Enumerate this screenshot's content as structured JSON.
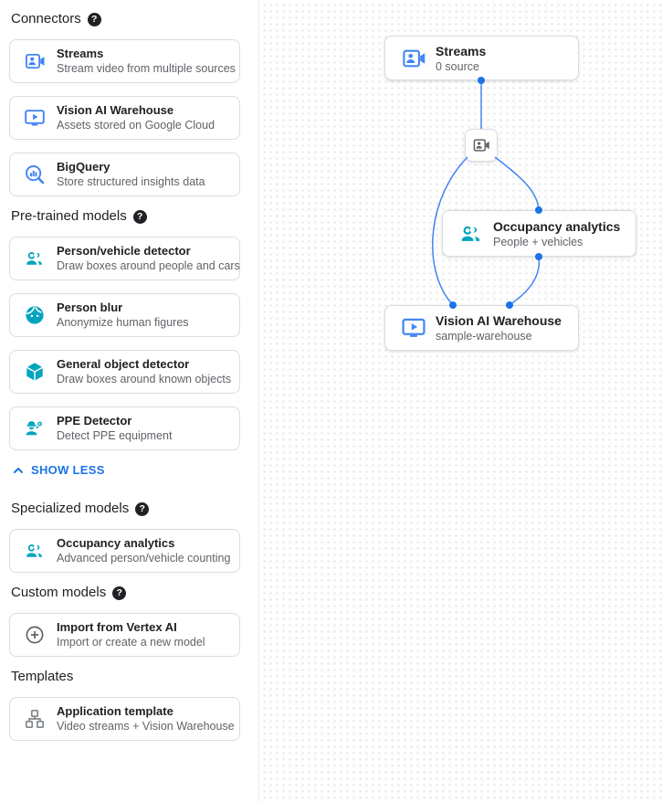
{
  "icons": {
    "help_glyph": "?"
  },
  "colors": {
    "connector_icon_blue": "#4285f4",
    "model_icon_teal": "#00a4bd",
    "edge_blue": "#4285f4",
    "connection_dot_blue": "#1a73e8",
    "show_less_blue": "#1a73e8"
  },
  "sidebar": {
    "sections": {
      "connectors": {
        "title": "Connectors",
        "items": [
          {
            "icon": "video-camera-front",
            "title": "Streams",
            "subtitle": "Stream video from multiple sources"
          },
          {
            "icon": "smart-display",
            "title": "Vision AI Warehouse",
            "subtitle": "Assets stored on Google Cloud"
          },
          {
            "icon": "bigquery-search",
            "title": "BigQuery",
            "subtitle": "Store structured insights data"
          }
        ]
      },
      "pretrained": {
        "title": "Pre-trained models",
        "items": [
          {
            "icon": "people-group",
            "title": "Person/vehicle detector",
            "subtitle": "Draw boxes around people and cars"
          },
          {
            "icon": "face",
            "title": "Person blur",
            "subtitle": "Anonymize human figures"
          },
          {
            "icon": "cube",
            "title": "General object detector",
            "subtitle": "Draw boxes around known objects"
          },
          {
            "icon": "ppe-worker",
            "title": "PPE Detector",
            "subtitle": "Detect PPE equipment"
          }
        ]
      },
      "specialized": {
        "title": "Specialized models",
        "items": [
          {
            "icon": "people-group",
            "title": "Occupancy analytics",
            "subtitle": "Advanced person/vehicle counting"
          }
        ]
      },
      "custom": {
        "title": "Custom models",
        "items": [
          {
            "icon": "add-circle",
            "title": "Import from Vertex AI",
            "subtitle": "Import or create a new model"
          }
        ]
      },
      "templates": {
        "title": "Templates",
        "items": [
          {
            "icon": "schema-tree",
            "title": "Application template",
            "subtitle": "Video streams + Vision Warehouse"
          }
        ]
      }
    },
    "show_less_label": "SHOW LESS"
  },
  "canvas": {
    "nodes": {
      "streams": {
        "title": "Streams",
        "subtitle": "0 source"
      },
      "occupancy": {
        "title": "Occupancy analytics",
        "subtitle": "People + vehicles"
      },
      "warehouse": {
        "title": "Vision AI Warehouse",
        "subtitle": "sample-warehouse"
      }
    }
  }
}
